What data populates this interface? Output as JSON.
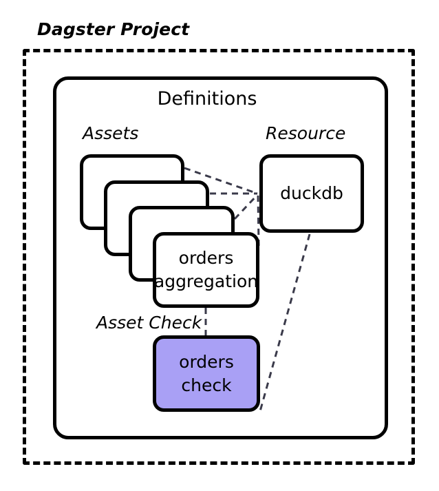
{
  "diagram": {
    "type": "block-diagram",
    "outer_frame": {
      "label": "Dagster Project",
      "border_style": "dashed",
      "color": "#000000"
    },
    "inner_frame": {
      "title": "Definitions",
      "border_style": "solid",
      "color": "#000000"
    },
    "sections": {
      "assets_label": "Assets",
      "resource_label": "Resource",
      "asset_check_label_line1": "Asset",
      "asset_check_label_line2": "Check"
    },
    "nodes": {
      "asset_stack": {
        "count": 4,
        "empty_card_1": "",
        "empty_card_2": "",
        "empty_card_3": "",
        "front_card_line1": "orders",
        "front_card_line2": "aggregation"
      },
      "resource": {
        "label": "duckdb"
      },
      "asset_check": {
        "line1": "orders",
        "line2": "check",
        "fill": "#A9A0F5",
        "stroke": "#000000"
      }
    },
    "edges": [
      {
        "from": "asset-card-1",
        "to": "duckdb",
        "style": "dashed"
      },
      {
        "from": "asset-card-2",
        "to": "duckdb",
        "style": "dashed"
      },
      {
        "from": "asset-card-3",
        "to": "duckdb",
        "style": "dashed"
      },
      {
        "from": "orders-aggregation",
        "to": "duckdb",
        "style": "dashed"
      },
      {
        "from": "orders-aggregation",
        "to": "orders-check",
        "style": "dashed"
      },
      {
        "from": "duckdb",
        "to": "orders-check",
        "style": "dashed"
      }
    ]
  }
}
